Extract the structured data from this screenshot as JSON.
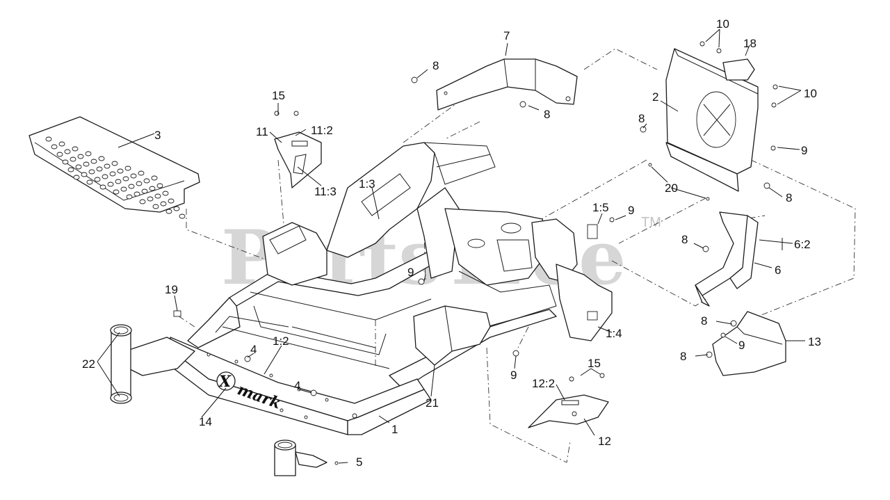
{
  "watermark": {
    "text": "PartsTree",
    "trademark": "TM"
  },
  "logo": {
    "text": "mark",
    "initial": "X"
  },
  "callouts": {
    "c1": "1",
    "c1_2": "1:2",
    "c1_3": "1:3",
    "c1_4": "1:4",
    "c1_5": "1:5",
    "c2": "2",
    "c3": "3",
    "c4a": "4",
    "c4b": "4",
    "c5": "5",
    "c6": "6",
    "c6_2": "6:2",
    "c7": "7",
    "c8a": "8",
    "c8b": "8",
    "c8c": "8",
    "c8d": "8",
    "c8e": "8",
    "c8f": "8",
    "c8g": "8",
    "c9a": "9",
    "c9b": "9",
    "c9c": "9",
    "c9d": "9",
    "c9e": "9",
    "c10a": "10",
    "c10b": "10",
    "c11": "11",
    "c11_2": "11:2",
    "c11_3": "11:3",
    "c12": "12",
    "c12_2": "12:2",
    "c13": "13",
    "c14": "14",
    "c15a": "15",
    "c15b": "15",
    "c18": "18",
    "c19": "19",
    "c20": "20",
    "c21": "21",
    "c22": "22"
  },
  "colors": {
    "line": "#1a1a1a",
    "watermark": "#b5b5b5",
    "background": "#ffffff"
  }
}
